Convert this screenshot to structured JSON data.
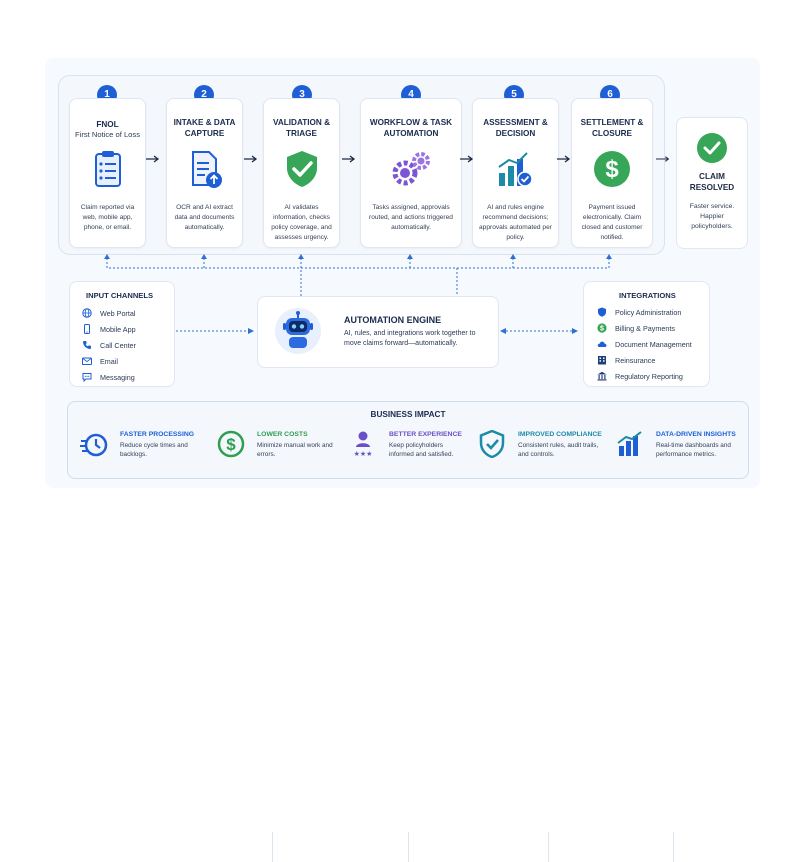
{
  "steps": [
    {
      "num": "1",
      "title": "FNOL",
      "subtitle": "First Notice of Loss",
      "icon": "clipboard-icon",
      "desc": "Claim reported via web, mobile app, phone, or email."
    },
    {
      "num": "2",
      "title": "INTAKE & DATA CAPTURE",
      "subtitle": "",
      "icon": "document-upload-icon",
      "desc": "OCR and AI extract data and documents automatically."
    },
    {
      "num": "3",
      "title": "VALIDATION & TRIAGE",
      "subtitle": "",
      "icon": "shield-check-icon",
      "desc": "AI validates information, checks policy coverage, and assesses urgency."
    },
    {
      "num": "4",
      "title": "WORKFLOW & TASK AUTOMATION",
      "subtitle": "",
      "icon": "gears-icon",
      "desc": "Tasks assigned, approvals routed, and actions triggered automatically."
    },
    {
      "num": "5",
      "title": "ASSESSMENT & DECISION",
      "subtitle": "",
      "icon": "bar-chart-check-icon",
      "desc": "AI and rules engine recommend decisions; approvals automated per policy."
    },
    {
      "num": "6",
      "title": "SETTLEMENT & CLOSURE",
      "subtitle": "",
      "icon": "dollar-icon",
      "desc": "Payment issued electronically. Claim closed and customer notified."
    }
  ],
  "resolved": {
    "title": "CLAIM RESOLVED",
    "desc": "Faster service. Happier policyholders.",
    "icon": "check-circle-icon"
  },
  "input_channels": {
    "title": "INPUT CHANNELS",
    "items": [
      {
        "label": "Web Portal",
        "icon": "globe-icon"
      },
      {
        "label": "Mobile App",
        "icon": "phone-icon"
      },
      {
        "label": "Call Center",
        "icon": "telephone-icon"
      },
      {
        "label": "Email",
        "icon": "mail-icon"
      },
      {
        "label": "Messaging",
        "icon": "chat-icon"
      }
    ]
  },
  "engine": {
    "title": "AUTOMATION ENGINE",
    "desc": "AI, rules, and integrations work together to move claims forward—automatically.",
    "icon": "robot-icon"
  },
  "integrations": {
    "title": "INTEGRATIONS",
    "items": [
      {
        "label": "Policy Administration",
        "icon": "shield-icon"
      },
      {
        "label": "Billing & Payments",
        "icon": "dollar-icon"
      },
      {
        "label": "Document Management",
        "icon": "cloud-icon"
      },
      {
        "label": "Reinsurance",
        "icon": "building-icon"
      },
      {
        "label": "Regulatory Reporting",
        "icon": "bank-icon"
      }
    ]
  },
  "impact": {
    "title": "BUSINESS IMPACT",
    "items": [
      {
        "title": "FASTER PROCESSING",
        "desc": "Reduce cycle times and backlogs.",
        "color": "#1f5fd6",
        "icon": "speed-clock-icon"
      },
      {
        "title": "LOWER COSTS",
        "desc": "Minimize manual work and errors.",
        "color": "#2e9e4f",
        "icon": "dollar-icon"
      },
      {
        "title": "BETTER EXPERIENCE",
        "desc": "Keep policyholders informed and satisfied.",
        "color": "#6b4fc8",
        "icon": "person-stars-icon"
      },
      {
        "title": "IMPROVED COMPLIANCE",
        "desc": "Consistent rules, audit trails, and controls.",
        "color": "#1c8aa8",
        "icon": "shield-check-icon"
      },
      {
        "title": "DATA-DRIVEN INSIGHTS",
        "desc": "Real-time dashboards and performance metrics.",
        "color": "#1f5fd6",
        "icon": "bar-chart-icon"
      }
    ]
  },
  "colors": {
    "primary": "#1f5fd6",
    "green": "#37a659",
    "purple": "#6b4fc8",
    "line": "#2f6fd8"
  }
}
